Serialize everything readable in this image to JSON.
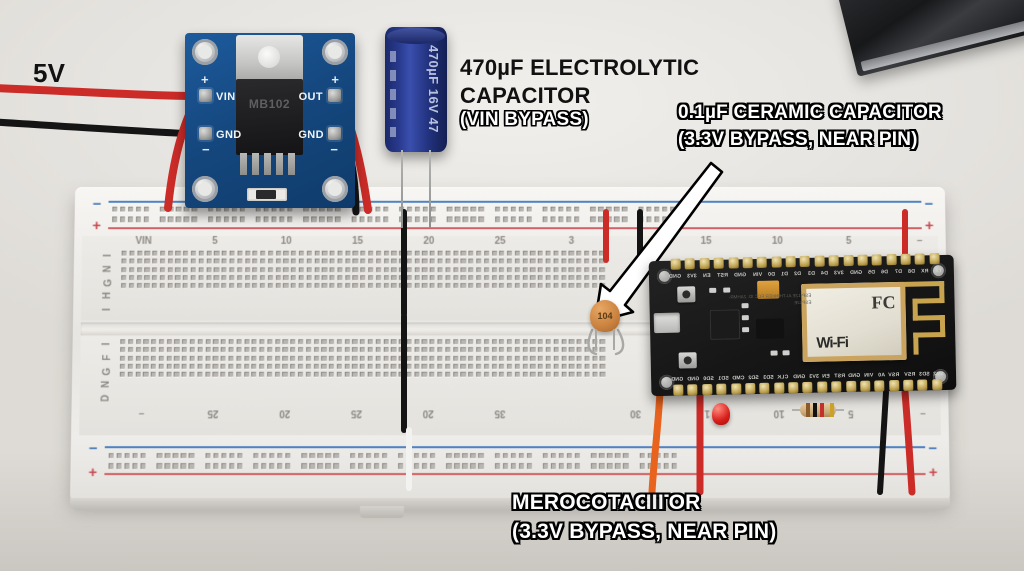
{
  "scene": {
    "title": "Breadboard wiring photo with annotations",
    "surface_color": "#e9e7e3"
  },
  "annotations": [
    {
      "id": "supply",
      "text": "5V",
      "style": "solid-black"
    },
    {
      "id": "electrolytic-line1",
      "text": "470µF ELECTROLYTIC",
      "style": "solid-black"
    },
    {
      "id": "electrolytic-line2",
      "text": "CAPACITOR",
      "style": "solid-black"
    },
    {
      "id": "electrolytic-line3",
      "text": "(VIN BYPASS)",
      "style": "white-outline"
    },
    {
      "id": "ceramic-line1",
      "text": "0.1µF CERAMIC CAPACITOR",
      "style": "white-outline"
    },
    {
      "id": "ceramic-line2",
      "text": "(3.3V BYPASS, NEAR PIN)",
      "style": "white-outline"
    },
    {
      "id": "bottom-line1",
      "text": "MEROCO",
      "overlay": "ІІІ",
      "tail": "TACITOR",
      "style": "white-outline"
    },
    {
      "id": "bottom-line2",
      "text": "(3.3V BYPASS, NEAR PIN)",
      "style": "white-outline"
    }
  ],
  "labels": {
    "supply": "5V",
    "ecap_l1": "470µF ELECTROLYTIC",
    "ecap_l2": "CAPACITOR",
    "ecap_l3": "(VIN BYPASS)",
    "ccap_l1": "0.1µF CERAMIC CAPACITOR",
    "ccap_l2": "(3.3V BYPASS, NEAR PIN)",
    "bottom_l1_a": "MEROCO",
    "bottom_l1_overlay": "ІІІ",
    "bottom_l1_b": "TACITOR",
    "bottom_l2": "(3.3V BYPASS, NEAR PIN)"
  },
  "power_module": {
    "name": "MB102 breadboard power supply module",
    "chip_label": "MB102",
    "pins": {
      "vin": "VIN",
      "gnd_left": "GND",
      "out": "OUT",
      "gnd_right": "GND"
    },
    "signs": {
      "plus": "+",
      "minus": "−"
    },
    "board_color": "#15487f"
  },
  "electrolytic_capacitor": {
    "markings": "470µF 16V 47",
    "capacitance": "470µF",
    "voltage": "16V",
    "series": "47",
    "body_color": "#28398c"
  },
  "ceramic_capacitor": {
    "code": "104",
    "capacitance": "0.1µF",
    "body_color": "#c9813f"
  },
  "nodemcu": {
    "name": "NodeMCU ESP8266 development board",
    "shield_wifi_text": "Wi-Fi",
    "shield_fcc_text": "FC",
    "shield_small_text": "ESP-12E\nAI-THINKER\nFCC ID: 2AHMR-ESP12E",
    "top_pin_labels": [
      "GND",
      "3V3",
      "EN",
      "RST",
      "GND",
      "VIN",
      "D0",
      "D1",
      "D2",
      "D3",
      "D4",
      "3V3",
      "GND",
      "D5",
      "D6",
      "D7",
      "D8",
      "RX",
      "TX"
    ],
    "bottom_pin_labels": [
      "GND",
      "GND",
      "SD0",
      "SD1",
      "CMD",
      "SD2",
      "SD3",
      "CLK",
      "GND",
      "3V3",
      "EN",
      "RST",
      "GND",
      "VIN",
      "A0",
      "RSV",
      "RSV",
      "SD3",
      "SD2"
    ],
    "board_color": "#161616"
  },
  "breadboard": {
    "body_color": "#efedea",
    "rail_plus_color": "#cf5d62",
    "rail_minus_color": "#4a7fc1",
    "rail_symbols": {
      "plus": "+",
      "minus": "−"
    },
    "top_row_letters": [
      "I",
      "N",
      "G",
      "H",
      "I"
    ],
    "bottom_row_letters": [
      "I",
      "F",
      "G",
      "N",
      "D"
    ],
    "top_numbers_left": [
      "VIN",
      "5",
      "10",
      "15",
      "20",
      "25",
      "3"
    ],
    "top_numbers_right": [
      "15",
      "10",
      "5",
      "−"
    ],
    "bottom_numbers_left": [
      "−",
      "25",
      "20",
      "25",
      "20",
      "35"
    ],
    "bottom_numbers_right": [
      "30",
      "1",
      "10",
      "5",
      "−"
    ]
  },
  "components": {
    "led": {
      "name": "red LED",
      "color": "#d9201b"
    },
    "resistor": {
      "name": "resistor",
      "band_colors": [
        "#8a5a2b",
        "#111111",
        "#c4302b",
        "#c9a227"
      ]
    }
  },
  "wires": [
    {
      "name": "supply-positive",
      "color": "#cc2c28"
    },
    {
      "name": "supply-negative",
      "color": "#1a1a1a"
    },
    {
      "name": "module-out-positive",
      "color": "#cc2c28"
    },
    {
      "name": "module-out-ground",
      "color": "#1a1a1a"
    },
    {
      "name": "rail-jumper-black",
      "color": "#1a1a1a"
    },
    {
      "name": "rail-jumper-white",
      "color": "#f2f2f0"
    },
    {
      "name": "nodemcu-3v3-orange",
      "color": "#e8631e"
    },
    {
      "name": "nodemcu-gnd-red",
      "color": "#cc2c28"
    }
  ]
}
